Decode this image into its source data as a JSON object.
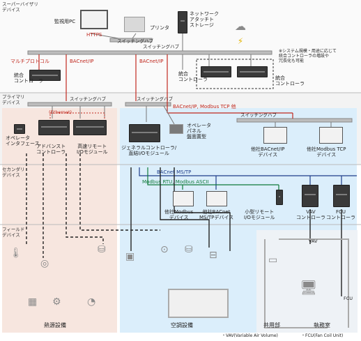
{
  "tiers": {
    "supervisory": "スーパーバイザリ\nデバイス",
    "primary": "プライマリ\nデバイス",
    "secondary": "セカンダリ\nデバイス",
    "field": "フィールド\nデバイス"
  },
  "devices": {
    "monitoring_pc": "監視用PC",
    "printer": "プリンタ",
    "nas": "ネットワーク\nアタッチト\nストレージ",
    "integrated_ctrl_left": "統合\nコントローラ",
    "integrated_ctrl_right_a": "統合\nコントローラ",
    "integrated_ctrl_right_b": "統合\nコントローラ",
    "operator_interface": "オペレータ\nインタフェース",
    "advanced_ctrl": "アドバンスト\nコントローラ",
    "highspeed_remote_io": "高速リモート\nI/Oモジュール",
    "general_ctrl": "ジェネラルコントローラ/\n直結I/Oモジュール",
    "operator_panel": "オペレータ\nパネル\n盤面置型",
    "other_bacnet_ip": "他社BACnet/IP\nデバイス",
    "other_modbus_tcp": "他社Modbus TCP\nデバイス",
    "other_modbus": "他社Modbus\nデバイス",
    "other_bacnet_mstp": "他社BACnet\nMS/TPデバイス",
    "small_remote_io": "小型リモート\nI/Oモジュール",
    "vav_ctrl": "VAV\nコントローラ",
    "fcu_ctrl": "FCU\nコントローラ"
  },
  "network_labels": {
    "https": "HTTPS",
    "switching_hub": "スイッチングハブ",
    "multi_protocol": "マルチプロトコル",
    "bacnet_ip": "BACnet/IP",
    "bacnet_ip_2": "BACnet/IP",
    "bacnet_ip_modbus": "BACnet/IP, Modbus TCP 他",
    "ethernet": "(Ethernet)",
    "bacnet_mstp": "BACnet MS/TP",
    "modbus_rtu_ascii": "Modbus RTU, Modbus ASCII"
  },
  "note": "※システム規模・用途に応じて\n統合コントローラの増設や\n冗長化も可能",
  "areas": {
    "heat_source": "熱源設備",
    "air_conditioning": "空調設備",
    "common": "共用部",
    "office": "執務室",
    "vav_tag": "VAV",
    "fcu_tag": "FCU"
  },
  "footnotes": {
    "vav": "・VAV(Variable Air Volume)",
    "fcu": "・FCU(Fan Coil Unit)"
  },
  "colors": {
    "bacnet_ip": "#c0281e",
    "bacnet_mstp": "#1f3d8a",
    "modbus": "#0f7a3a",
    "heat_bg": "#f7e6df",
    "ac_bg": "#dbeefb",
    "office_bg": "#eef2f6"
  }
}
